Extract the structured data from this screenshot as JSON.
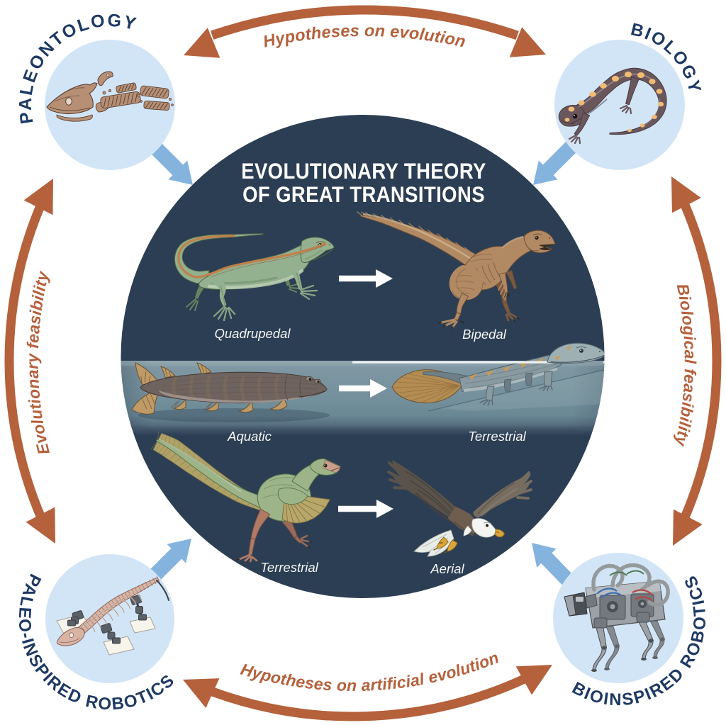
{
  "figure": {
    "type": "circular-concept-diagram",
    "title_line1": "EVOLUTIONARY THEORY",
    "title_line2": "OF GREAT TRANSITIONS",
    "center_rows": [
      {
        "from": "Quadrupedal",
        "to": "Bipedal"
      },
      {
        "from": "Aquatic",
        "to": "Terrestrial"
      },
      {
        "from": "Terrestrial",
        "to": "Aerial"
      }
    ],
    "corner_nodes": [
      {
        "id": "paleontology",
        "label": "PALEONTOLOGY",
        "icon": "fossil-fish-skeleton-icon"
      },
      {
        "id": "biology",
        "label": "BIOLOGY",
        "icon": "spotted-salamander-icon"
      },
      {
        "id": "paleo-inspired-robotics",
        "label": "PALEO-INSPIRED ROBOTICS",
        "icon": "robot-salamander-skeleton-icon"
      },
      {
        "id": "bioinspired-robotics",
        "label": "BIOINSPIRED ROBOTICS",
        "icon": "quadruped-robot-icon"
      }
    ],
    "relation_arrows": [
      {
        "id": "top",
        "label": "Hypotheses on evolution",
        "between": [
          "paleontology",
          "biology"
        ]
      },
      {
        "id": "right",
        "label": "Biological feasibility",
        "between": [
          "bioinspired-robotics",
          "biology"
        ]
      },
      {
        "id": "bottom",
        "label": "Hypotheses on artificial evolution",
        "between": [
          "paleo-inspired-robotics",
          "bioinspired-robotics"
        ]
      },
      {
        "id": "left",
        "label": "Evolutionary feasibility",
        "between": [
          "paleo-inspired-robotics",
          "paleontology"
        ]
      }
    ],
    "colors": {
      "background": "#ffffff",
      "central_circle": "#2c3e53",
      "corner_circle": "#d2e5f7",
      "blue_arrow": "#84b3de",
      "orange_accent": "#b4613c",
      "navy_text": "#1e3a64",
      "white_text": "#ffffff"
    }
  }
}
